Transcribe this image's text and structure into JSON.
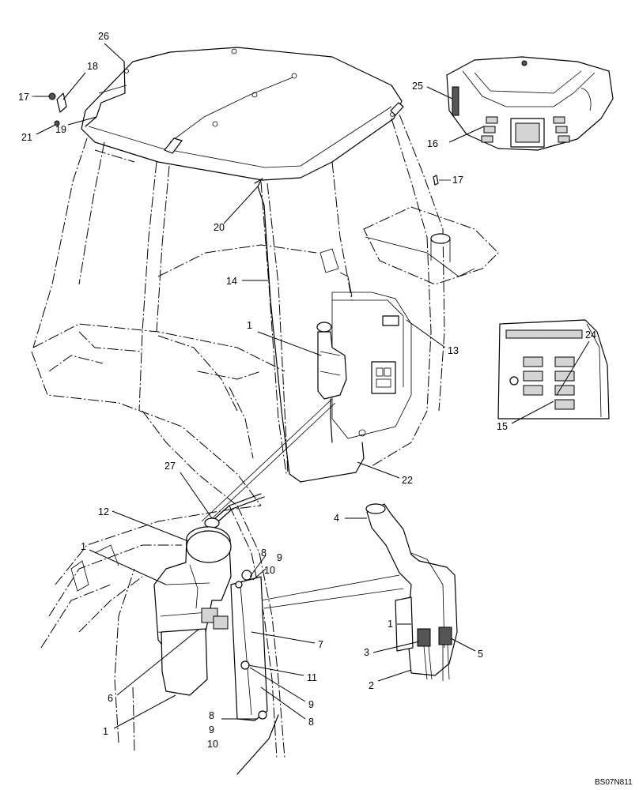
{
  "figure": {
    "reference_code": "BS07N811"
  },
  "callouts": [
    {
      "id": "26",
      "label": "26"
    },
    {
      "id": "18",
      "label": "18"
    },
    {
      "id": "17a",
      "label": "17"
    },
    {
      "id": "21",
      "label": "21"
    },
    {
      "id": "19",
      "label": "19"
    },
    {
      "id": "25",
      "label": "25"
    },
    {
      "id": "16",
      "label": "16"
    },
    {
      "id": "17b",
      "label": "17"
    },
    {
      "id": "20",
      "label": "20"
    },
    {
      "id": "14",
      "label": "14"
    },
    {
      "id": "1a",
      "label": "1"
    },
    {
      "id": "13",
      "label": "13"
    },
    {
      "id": "24",
      "label": "24"
    },
    {
      "id": "15",
      "label": "15"
    },
    {
      "id": "22",
      "label": "22"
    },
    {
      "id": "27",
      "label": "27"
    },
    {
      "id": "12",
      "label": "12"
    },
    {
      "id": "4",
      "label": "4"
    },
    {
      "id": "1b",
      "label": "1"
    },
    {
      "id": "8a",
      "label": "8"
    },
    {
      "id": "9a",
      "label": "9"
    },
    {
      "id": "10a",
      "label": "10"
    },
    {
      "id": "1c",
      "label": "1"
    },
    {
      "id": "7",
      "label": "7"
    },
    {
      "id": "3",
      "label": "3"
    },
    {
      "id": "5",
      "label": "5"
    },
    {
      "id": "6",
      "label": "6"
    },
    {
      "id": "11",
      "label": "11"
    },
    {
      "id": "2",
      "label": "2"
    },
    {
      "id": "9b",
      "label": "9"
    },
    {
      "id": "1d",
      "label": "1"
    },
    {
      "id": "8b",
      "label": "8"
    },
    {
      "id": "8c",
      "label": "8"
    },
    {
      "id": "9c",
      "label": "9"
    },
    {
      "id": "10b",
      "label": "10"
    }
  ]
}
